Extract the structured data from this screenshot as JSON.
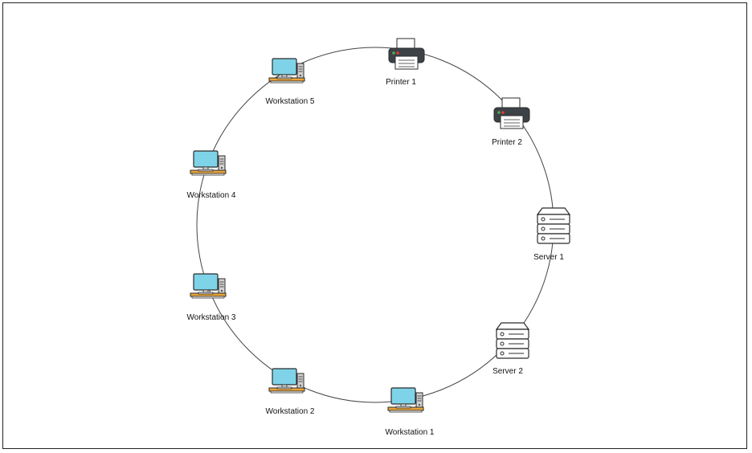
{
  "nodes": {
    "printer1": {
      "label": "Printer 1"
    },
    "printer2": {
      "label": "Printer 2"
    },
    "server1": {
      "label": "Server 1"
    },
    "server2": {
      "label": "Server 2"
    },
    "workstation1": {
      "label": "Workstation 1"
    },
    "workstation2": {
      "label": "Workstation 2"
    },
    "workstation3": {
      "label": "Workstation 3"
    },
    "workstation4": {
      "label": "Workstation 4"
    },
    "workstation5": {
      "label": "Workstation 5"
    }
  },
  "icons": {
    "printer": "printer-icon",
    "server": "server-icon",
    "workstation": "workstation-icon"
  },
  "colors": {
    "ring": "#444444",
    "monitor_screen": "#7fd3e8",
    "desk": "#e8a33c",
    "printer_body": "#3d4247",
    "server_body": "#ffffff",
    "outline": "#2b2b2b"
  }
}
